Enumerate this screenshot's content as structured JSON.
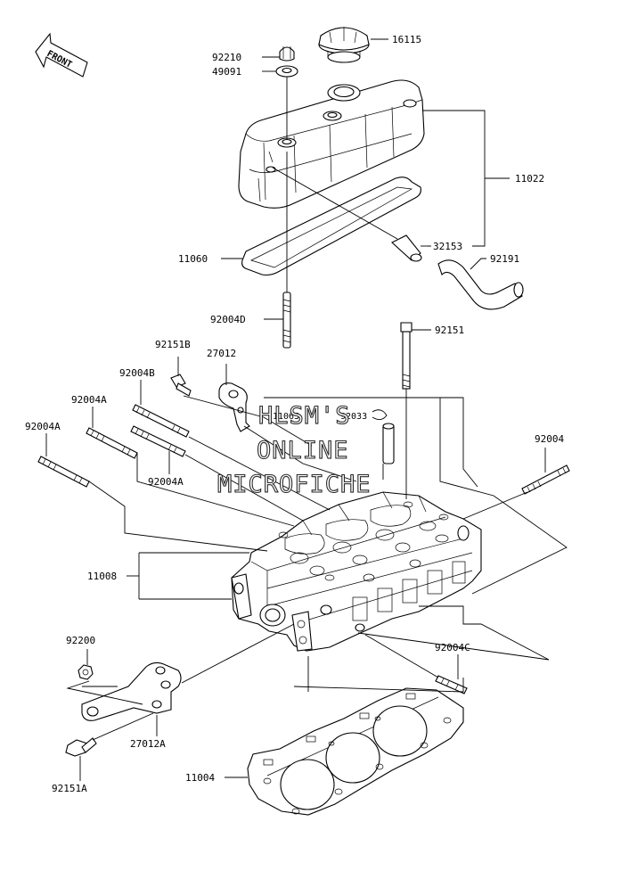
{
  "front_label": "FRONT",
  "parts": [
    {
      "id": "p16115",
      "number": "16115"
    },
    {
      "id": "p92210",
      "number": "92210"
    },
    {
      "id": "p49091",
      "number": "49091"
    },
    {
      "id": "p11022",
      "number": "11022"
    },
    {
      "id": "p32153",
      "number": "32153"
    },
    {
      "id": "p11060",
      "number": "11060"
    },
    {
      "id": "p92191",
      "number": "92191"
    },
    {
      "id": "p92004D",
      "number": "92004D"
    },
    {
      "id": "p92151",
      "number": "92151"
    },
    {
      "id": "p92151B",
      "number": "92151B"
    },
    {
      "id": "p27012",
      "number": "27012"
    },
    {
      "id": "p92004B",
      "number": "92004B"
    },
    {
      "id": "p92004A_1",
      "number": "92004A"
    },
    {
      "id": "p92004A_2",
      "number": "92004A"
    },
    {
      "id": "p92004A_3",
      "number": "92004A"
    },
    {
      "id": "p92004",
      "number": "92004"
    },
    {
      "id": "p11008",
      "number": "11008"
    },
    {
      "id": "p92200",
      "number": "92200"
    },
    {
      "id": "p92004C",
      "number": "92004C"
    },
    {
      "id": "p27012A",
      "number": "27012A"
    },
    {
      "id": "p11004",
      "number": "11004"
    },
    {
      "id": "p92151A",
      "number": "92151A"
    },
    {
      "id": "p11065",
      "number": "11065"
    },
    {
      "id": "p92033",
      "number": "92033"
    }
  ],
  "watermark": [
    "HLSM'S",
    "ONLINE",
    "MICROFICHE"
  ]
}
